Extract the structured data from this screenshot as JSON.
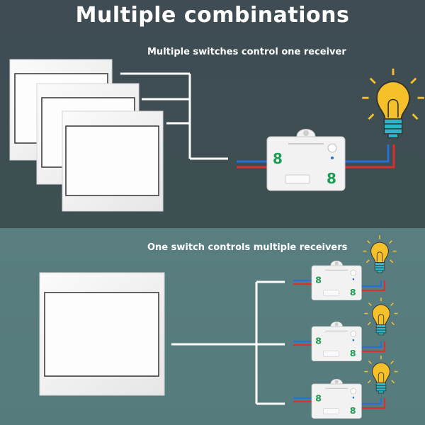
{
  "title": "Multiple combinations",
  "sections": {
    "top": {
      "heading": "Multiple switches control one receiver"
    },
    "bottom": {
      "heading": "One switch controls multiple receivers"
    }
  },
  "colors": {
    "top_background": "#3f4c54",
    "bottom_background": "#5a7e80",
    "wire_blue": "#2a6fd9",
    "wire_red": "#d8302f",
    "bulb_yellow": "#f6c02a",
    "bulb_base": "#2bb7c7",
    "terminal_green": "#1f9d57"
  },
  "icons": [
    "wall-switch-icon",
    "receiver-module-icon",
    "light-bulb-icon"
  ]
}
